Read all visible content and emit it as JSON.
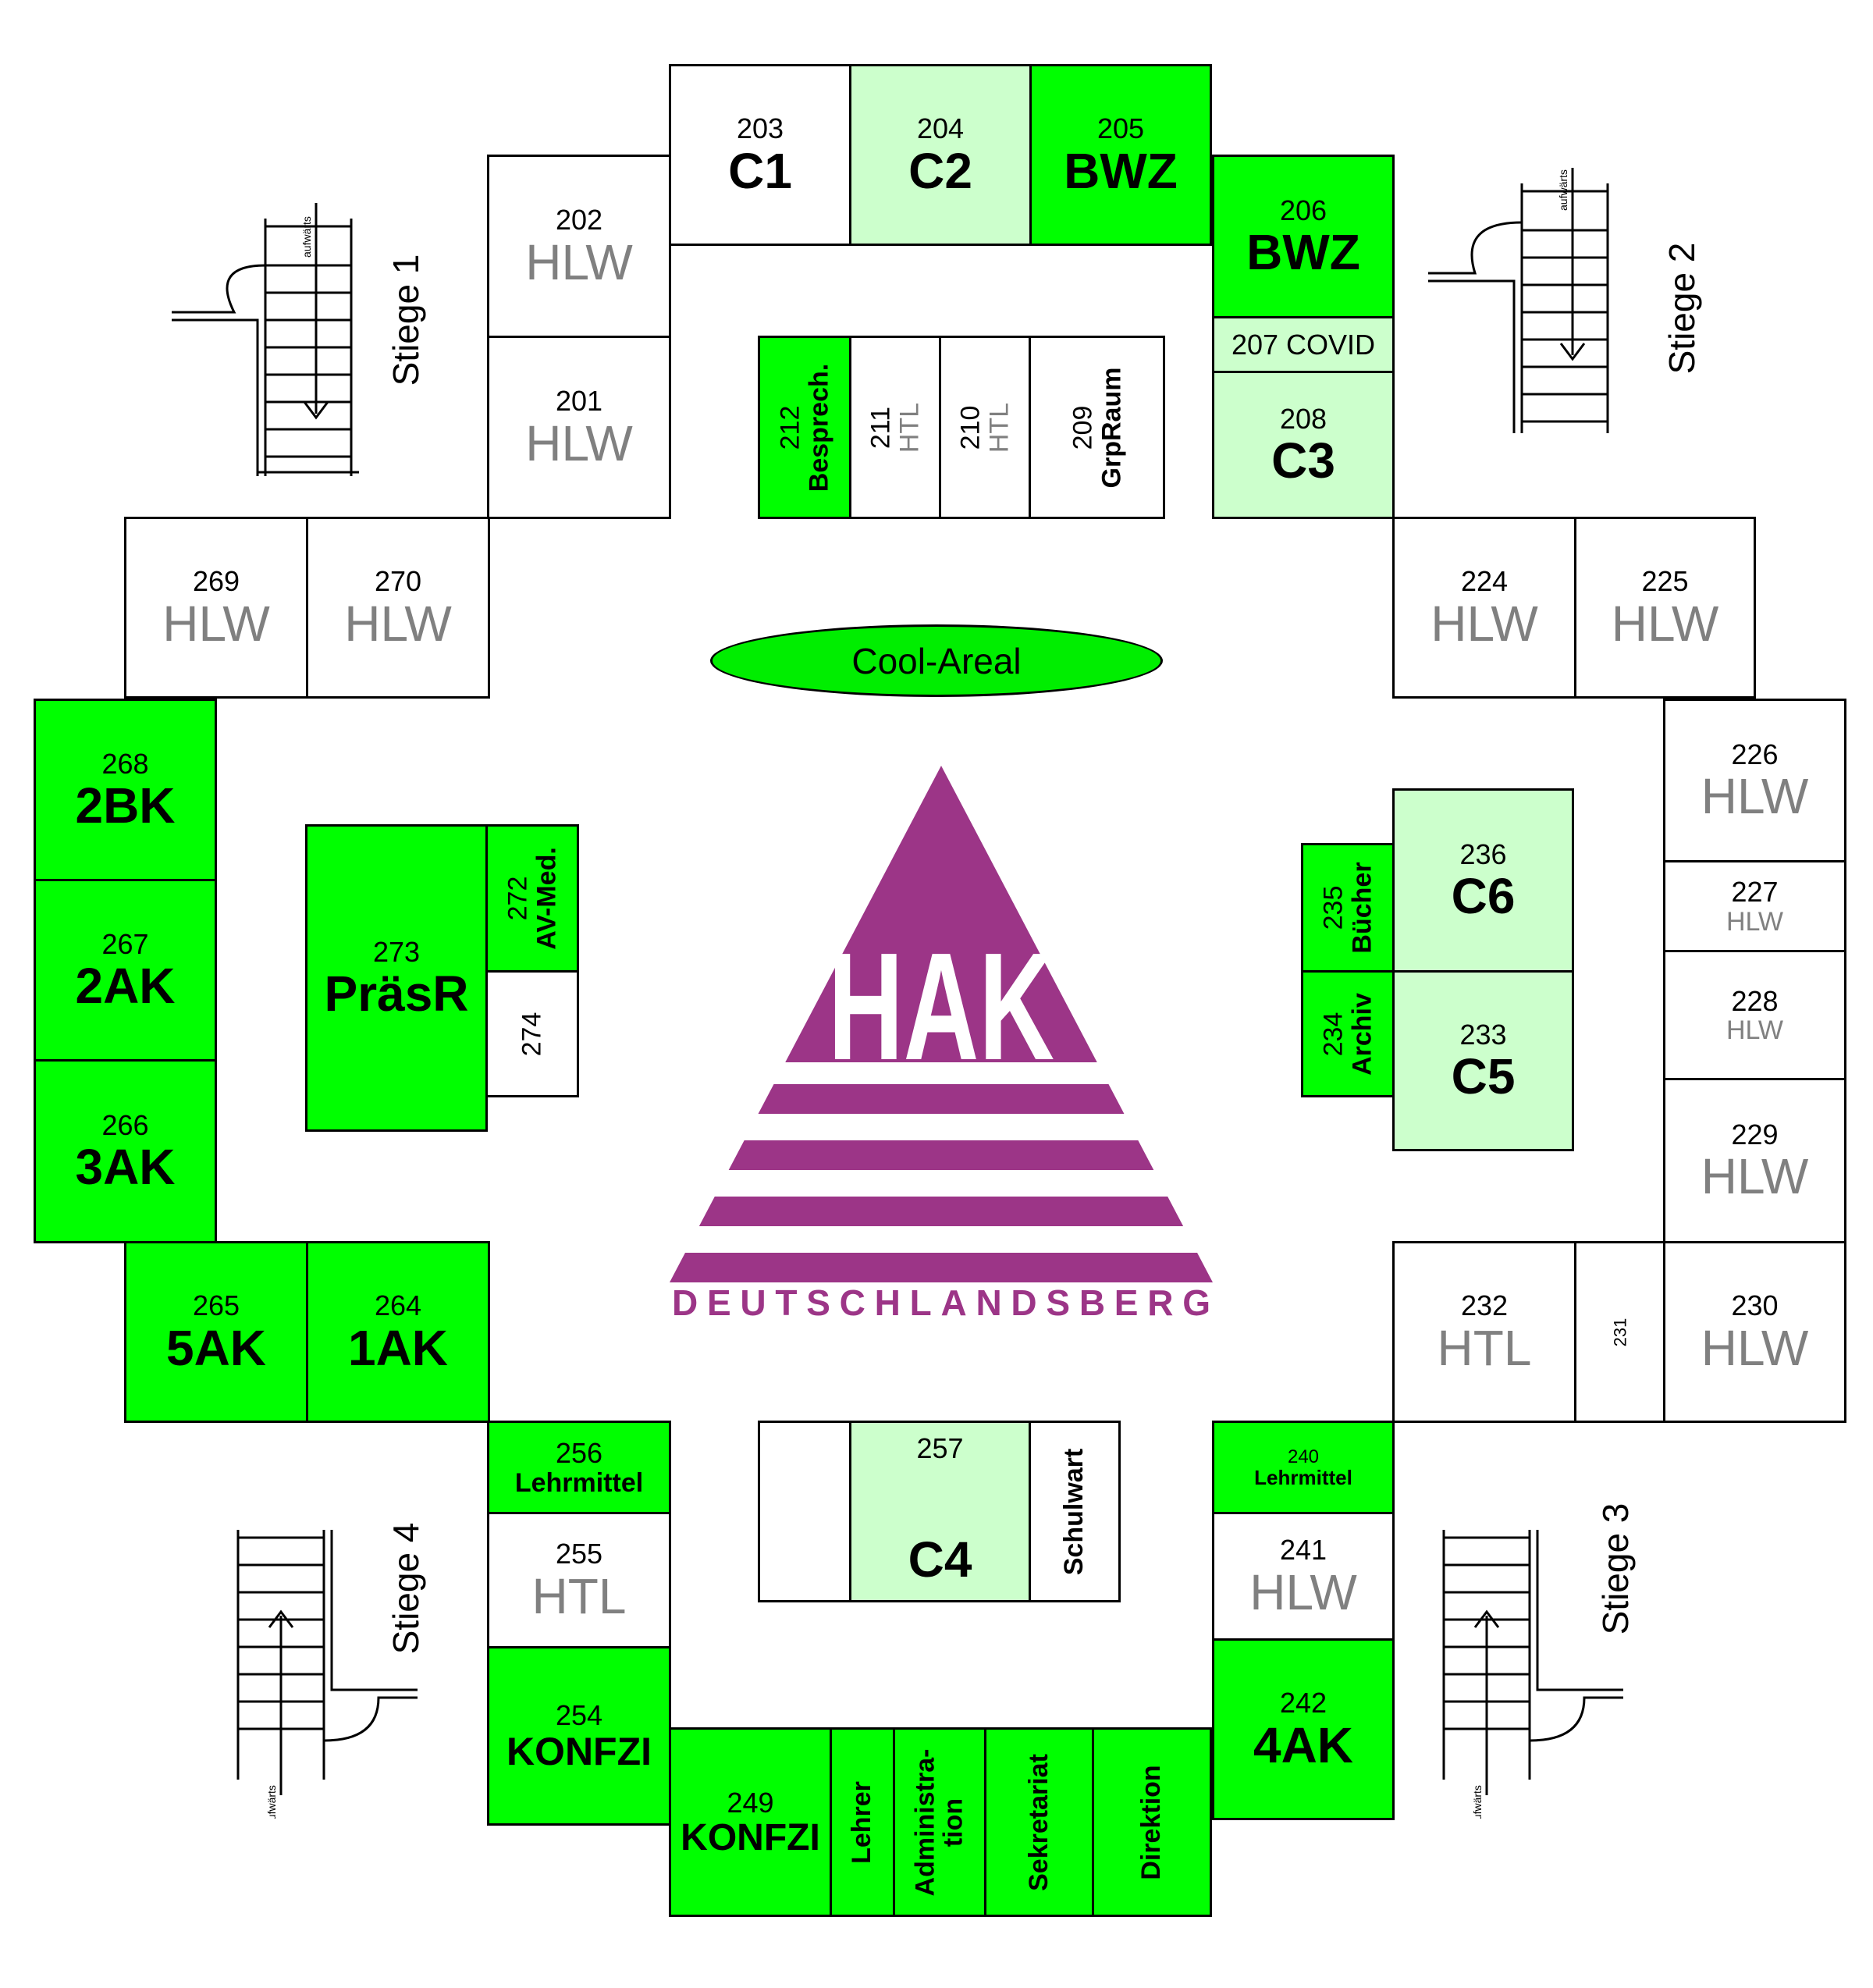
{
  "colors": {
    "green": "#00ff00",
    "light_green": "#ccffcc",
    "white": "#ffffff",
    "logo_purple": "#9c3587",
    "grey_text": "#808080"
  },
  "rooms": {
    "r203": {
      "num": "203",
      "label": "C1"
    },
    "r204": {
      "num": "204",
      "label": "C2"
    },
    "r205": {
      "num": "205",
      "label": "BWZ"
    },
    "r206": {
      "num": "206",
      "label": "BWZ"
    },
    "r207": {
      "label": "207 COVID"
    },
    "r208": {
      "num": "208",
      "label": "C3"
    },
    "r202": {
      "num": "202",
      "label": "HLW"
    },
    "r201": {
      "num": "201",
      "label": "HLW"
    },
    "r212": {
      "num": "212",
      "label": "Besprech."
    },
    "r211": {
      "num": "211",
      "label": "HTL"
    },
    "r210": {
      "num": "210",
      "label": "HTL"
    },
    "r209": {
      "num": "209",
      "label": "GrpRaum"
    },
    "r269": {
      "num": "269",
      "label": "HLW"
    },
    "r270": {
      "num": "270",
      "label": "HLW"
    },
    "r224": {
      "num": "224",
      "label": "HLW"
    },
    "r225": {
      "num": "225",
      "label": "HLW"
    },
    "r268": {
      "num": "268",
      "label": "2BK"
    },
    "r267": {
      "num": "267",
      "label": "2AK"
    },
    "r266": {
      "num": "266",
      "label": "3AK"
    },
    "r273": {
      "num": "273",
      "label": "PräsR"
    },
    "r272": {
      "num": "272",
      "label": "AV-Med."
    },
    "r274": {
      "num": "274"
    },
    "r226": {
      "num": "226",
      "label": "HLW"
    },
    "r227": {
      "num": "227",
      "label": "HLW"
    },
    "r228": {
      "num": "228",
      "label": "HLW"
    },
    "r229": {
      "num": "229",
      "label": "HLW"
    },
    "r236": {
      "num": "236",
      "label": "C6"
    },
    "r233": {
      "num": "233",
      "label": "C5"
    },
    "r235": {
      "num": "235",
      "label": "Bücher"
    },
    "r234": {
      "num": "234",
      "label": "Archiv"
    },
    "r265": {
      "num": "265",
      "label": "5AK"
    },
    "r264": {
      "num": "264",
      "label": "1AK"
    },
    "r232": {
      "num": "232",
      "label": "HTL"
    },
    "r231": {
      "num": "231"
    },
    "r230": {
      "num": "230",
      "label": "HLW"
    },
    "r256": {
      "num": "256",
      "label": "Lehrmittel"
    },
    "r255": {
      "num": "255",
      "label": "HTL"
    },
    "r254": {
      "num": "254",
      "label": "KONFZI"
    },
    "r257": {
      "num": "257",
      "label": "C4"
    },
    "schulwart": {
      "label": "Schulwart"
    },
    "r240": {
      "num": "240",
      "label": "Lehrmittel"
    },
    "r241": {
      "num": "241",
      "label": "HLW"
    },
    "r242": {
      "num": "242",
      "label": "4AK"
    },
    "r249": {
      "num": "249",
      "label": "KONFZI"
    },
    "lehrer": {
      "label": "Lehrer"
    },
    "administration": {
      "label": "Administra-\ntion"
    },
    "sekretariat": {
      "label": "Sekretariat"
    },
    "direktion": {
      "label": "Direktion"
    }
  },
  "stairs": {
    "s1": {
      "label": "Stiege 1",
      "note": "aufwärts"
    },
    "s2": {
      "label": "Stiege 2",
      "note": "aufwärts"
    },
    "s3": {
      "label": "Stiege 3",
      "note": "aufwärts"
    },
    "s4": {
      "label": "Stiege 4",
      "note": "aufwärts"
    }
  },
  "cool_areal": "Cool-Areal",
  "logo": {
    "text": "HAK",
    "subtitle": "DEUTSCHLANDSBERG"
  }
}
